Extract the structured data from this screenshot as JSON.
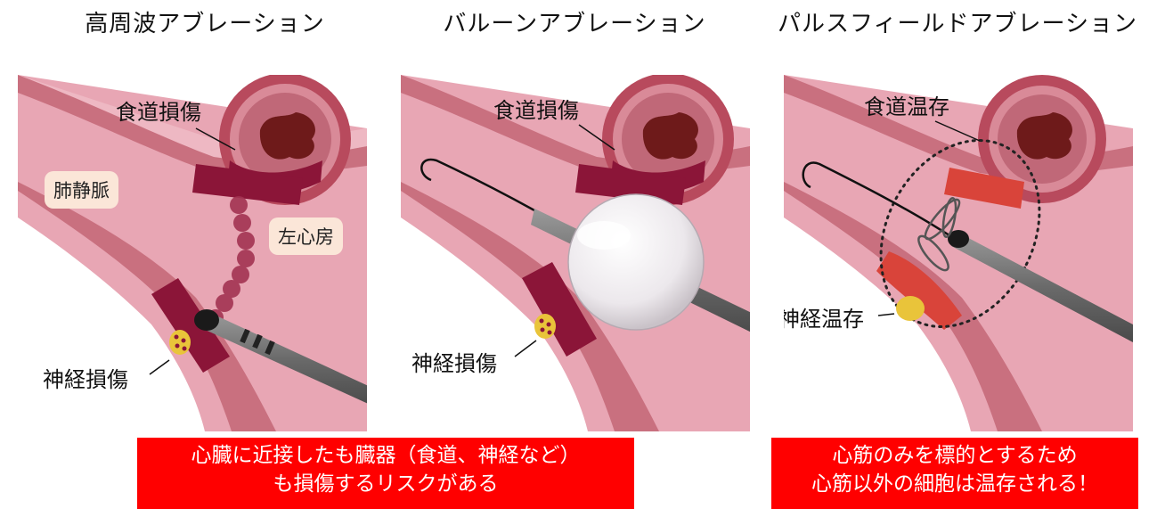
{
  "panels": [
    {
      "title": "高周波アブレーション",
      "labels": {
        "esophagus": "食道損傷",
        "nerve": "神経損傷"
      },
      "boxes": {
        "pv": "肺静脈",
        "la": "左心房"
      }
    },
    {
      "title": "バルーンアブレーション",
      "labels": {
        "esophagus": "食道損傷",
        "nerve": "神経損傷"
      }
    },
    {
      "title": "パルスフィールドアブレーション",
      "labels": {
        "esophagus": "食道温存",
        "nerve": "神経温存"
      }
    }
  ],
  "notes": [
    {
      "lines": [
        "心臓に近接したも臓器（食道、神経など）",
        "も損傷するリスクがある"
      ]
    },
    {
      "lines": [
        "心筋のみを標的とするため",
        "心筋以外の細胞は温存される！"
      ]
    }
  ],
  "colors": {
    "tissue": "#e8a6b4",
    "wall": "#c9707f",
    "lesion": "#8b1538",
    "spared": "#d9443a",
    "esophagus_ring": "#b84a5d",
    "lumen": "#6e1a1a",
    "nerve": "#e9c43a",
    "note_bg": "#ff0000"
  }
}
